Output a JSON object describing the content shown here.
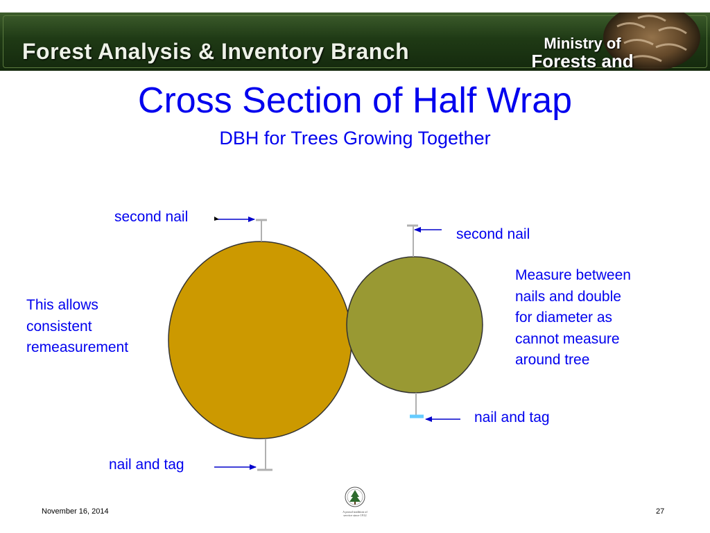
{
  "header": {
    "branch": "Forest Analysis & Inventory Branch",
    "ministry_line1": "Ministry of",
    "ministry_line2": "Forests and Range"
  },
  "slide": {
    "title": "Cross Section of Half Wrap",
    "subtitle": "DBH for Trees Growing Together"
  },
  "labels": {
    "second_nail_left": "second nail",
    "second_nail_right": "second nail",
    "allows_1": "This allows",
    "allows_2": "consistent",
    "allows_3": "remeasurement",
    "measure_1": "Measure between",
    "measure_2": "nails and double",
    "measure_3": "for diameter as",
    "measure_4": "cannot measure",
    "measure_5": "around tree",
    "nail_tag_right": "nail and tag",
    "nail_tag_left": "nail and tag"
  },
  "colors": {
    "large_tree": "#cc9900",
    "small_tree": "#999933",
    "text": "#0000ee",
    "nail": "#b0b0b0",
    "tag": "#66ccff",
    "arrow": "#0000cc"
  },
  "footer": {
    "date": "November 16, 2014",
    "page": "27",
    "tagline_1": "A proud tradition of",
    "tagline_2": "service since 1912"
  }
}
